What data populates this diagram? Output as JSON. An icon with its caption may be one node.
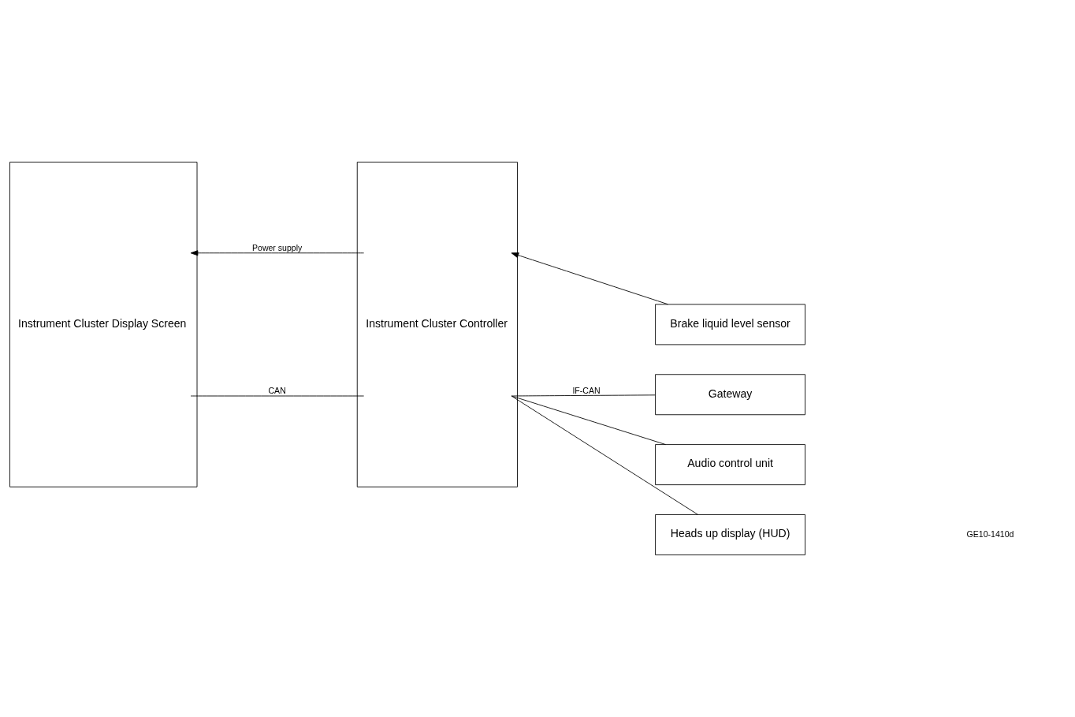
{
  "diagram": {
    "nodes": [
      {
        "text": [
          "Instrument Cluster Display Screen"
        ]
      },
      {
        "text": [
          "Instrument Cluster Controller"
        ]
      },
      {
        "text": [
          "Brake liquid level sensor"
        ]
      },
      {
        "text": [
          "Gateway"
        ]
      },
      {
        "text": [
          "Audio control unit"
        ]
      },
      {
        "text": [
          "Heads up display (HUD)"
        ]
      }
    ],
    "edges": [
      {
        "from": 2,
        "to": 1,
        "arrow": "to"
      },
      {
        "from": 1,
        "to": 0,
        "arrow": "to",
        "label": "Power supply"
      },
      {
        "from": 0,
        "to": 1,
        "arrow": "none",
        "label": "CAN"
      },
      {
        "from": 1,
        "to": 3,
        "arrow": "none",
        "label": "IF-CAN"
      },
      {
        "from": 1,
        "to": 4,
        "arrow": "none"
      },
      {
        "from": 1,
        "to": 5,
        "arrow": "none"
      }
    ],
    "labels": [
      "GE10-1410d"
    ]
  }
}
